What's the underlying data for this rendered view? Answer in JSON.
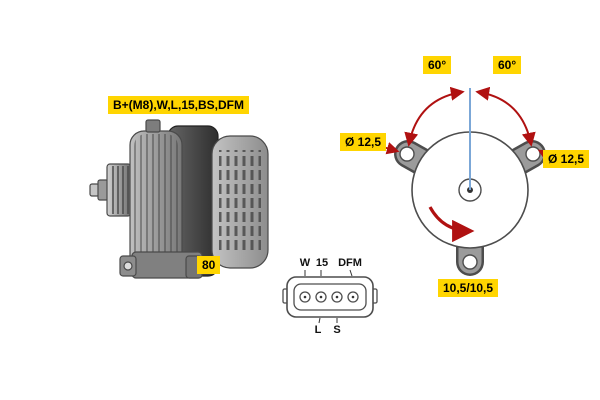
{
  "colors": {
    "label_bg": "#FFD500",
    "arrow": "#B01111",
    "centerline": "#7BA7D7",
    "outline": "#4a4a4a"
  },
  "alternator": {
    "terminals_label": "B+(M8),W,L,15,BS,DFM",
    "dimension_label": "80"
  },
  "mounting_view": {
    "angle_left": "60°",
    "angle_right": "60°",
    "hole_left_diameter": "Ø 12,5",
    "hole_right_diameter": "Ø 12,5",
    "bottom_holes": "10,5/10,5"
  },
  "connector": {
    "top_pins": [
      "W",
      "15",
      "DFM"
    ],
    "bottom_pins": [
      "L",
      "S"
    ]
  }
}
